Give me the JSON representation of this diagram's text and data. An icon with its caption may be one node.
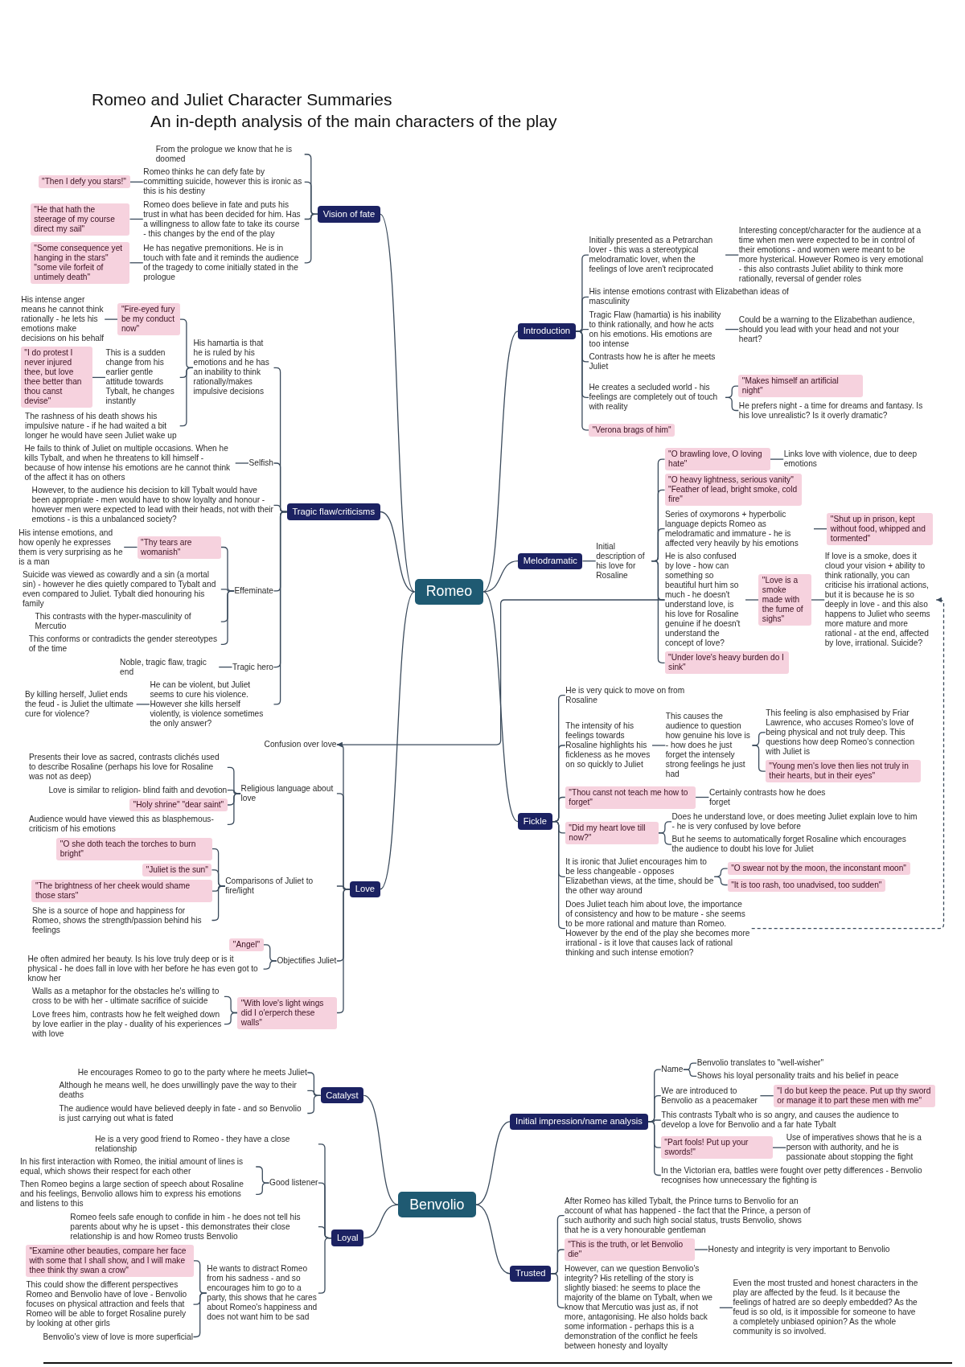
{
  "diagram": {
    "title": "Romeo and Juliet Character Summaries",
    "labels": [
      "An in-depth analysis of the main characters of the play"
    ],
    "nodes": [
      {
        "text": [
          "Romeo"
        ]
      },
      {
        "text": [
          "Vision of fate"
        ]
      },
      {
        "text": [
          "From the prologue we know that he is doomed"
        ]
      },
      {
        "text": [
          "Romeo thinks he can defy fate by committing suicide, however this is ironic as this is his destiny"
        ]
      },
      {
        "text": [
          "\"Then I defy you stars!\""
        ]
      },
      {
        "text": [
          "Romeo does believe in fate and puts his trust in what has been decided for him. Has a willingness to allow fate to take its course - this changes by the end of the play"
        ]
      },
      {
        "text": [
          "\"He that hath the steerage of my course direct my sail\""
        ]
      },
      {
        "text": [
          "He has negative premonitions. He is in touch with fate and it reminds the audience of the tragedy to come initially stated in the prologue"
        ]
      },
      {
        "text": [
          "\"Some consequence yet hanging in the stars\" \"some vile forfeit of untimely death\""
        ]
      },
      {
        "text": [
          "Tragic flaw/criticisms"
        ]
      },
      {
        "text": [
          "His hamartia is that he is ruled by his emotions and he has an inability to think rationally/makes impulsive decisions"
        ]
      },
      {
        "text": [
          "\"Fire-eyed fury be my conduct now\""
        ]
      },
      {
        "text": [
          "His intense anger means he cannot think rationally - he lets his emotions make decisions on his behalf"
        ]
      },
      {
        "text": [
          "This is a sudden change from his earlier gentle attitude towards Tybalt, he changes instantly"
        ]
      },
      {
        "text": [
          "\"I do protest I never injured thee, but love thee better than thou canst devise\""
        ]
      },
      {
        "text": [
          "The rashness of his death shows his impulsive nature - if he had waited a bit longer he would have seen Juliet wake up"
        ]
      },
      {
        "text": [
          "Selfish"
        ]
      },
      {
        "text": [
          "He fails to think of Juliet on multiple occasions. When he kills Tybalt, and when he threatens to kill himself - because of how intense his emotions are he cannot think of the affect it has on others"
        ]
      },
      {
        "text": [
          "However, to the audience his decision to kill Tybalt would have been appropriate - men would have to show loyalty and honour - however men were expected to lead with their heads, not with their emotions - is this a unbalanced society?"
        ]
      },
      {
        "text": [
          "Effeminate"
        ]
      },
      {
        "text": [
          "\"Thy tears are womanish\""
        ]
      },
      {
        "text": [
          "His intense emotions, and how openly he expresses them is very surprising as he is a man"
        ]
      },
      {
        "text": [
          "Suicide was viewed as cowardly and a sin (a mortal sin) - however he dies quietly compared to Tybalt and even compared to Juliet. Tybalt died honouring his family"
        ]
      },
      {
        "text": [
          "This contrasts with the hyper-masculinity of Mercutio"
        ]
      },
      {
        "text": [
          "This conforms or contradicts the gender stereotypes of the time"
        ]
      },
      {
        "text": [
          "Tragic hero"
        ]
      },
      {
        "text": [
          "Noble, tragic flaw, tragic end"
        ]
      },
      {
        "text": [
          "He can be violent, but Juliet seems to cure his violence. However she kills herself violently, is violence sometimes the only answer?"
        ]
      },
      {
        "text": [
          "By killing herself, Juliet ends the feud - is Juliet the ultimate cure for violence?"
        ]
      },
      {
        "text": [
          "Love"
        ]
      },
      {
        "text": [
          "Confusion over love"
        ]
      },
      {
        "text": [
          "Religious language about love"
        ]
      },
      {
        "text": [
          "Presents their love as sacred, contrasts clichés used to describe Rosaline (perhaps his love for Rosaline was not as deep)"
        ]
      },
      {
        "text": [
          "Love is similar to religion- blind faith and devotion"
        ]
      },
      {
        "text": [
          "\"Holy shrine\" \"dear saint\""
        ]
      },
      {
        "text": [
          "Audience would have viewed this as blasphemous- criticism of his emotions"
        ]
      },
      {
        "text": [
          "Comparisons of Juliet to fire/light"
        ]
      },
      {
        "text": [
          "\"O she doth teach the torches to burn bright\""
        ]
      },
      {
        "text": [
          "\"Juliet is the sun\""
        ]
      },
      {
        "text": [
          "\"The brightness of her cheek would shame those stars\""
        ]
      },
      {
        "text": [
          "She is a source of hope and happiness for Romeo, shows the strength/passion behind his feelings"
        ]
      },
      {
        "text": [
          "Objectifies Juliet"
        ]
      },
      {
        "text": [
          "\"Angel\""
        ]
      },
      {
        "text": [
          "He often admired her beauty. Is his love truly deep or is it physical - he does fall in love with her before he has even got to know her"
        ]
      },
      {
        "text": [
          "\"With love's light wings did I o'erperch these walls\""
        ]
      },
      {
        "text": [
          "Walls as a metaphor for the obstacles he's willing to cross to be with her - ultimate sacrifice of suicide"
        ]
      },
      {
        "text": [
          "Love frees him, contrasts how he felt weighed down by love earlier in the play - duality of his experiences with love"
        ]
      },
      {
        "text": [
          "Introduction"
        ]
      },
      {
        "text": [
          "Initially presented as a Petrarchan lover - this was a stereotypical melodramatic lover, when the feelings of love aren't reciprocated"
        ]
      },
      {
        "text": [
          "Interesting concept/character for the audience at a time when men were expected to be in control of their emotions - and women were meant to be more hysterical. However Romeo is very emotional - this also contrasts Juliet ability to think more rationally, reversal of gender roles"
        ]
      },
      {
        "text": [
          "His intense emotions contrast with Elizabethan ideas of masculinity"
        ]
      },
      {
        "text": [
          "Tragic Flaw (hamartia) is his inability to think rationally, and how he acts on his emotions. His emotions are too intense"
        ]
      },
      {
        "text": [
          "Could be a warning to the Elizabethan audience, should you lead with your head and not your heart?"
        ]
      },
      {
        "text": [
          "Contrasts how he is after he meets Juliet"
        ]
      },
      {
        "text": [
          "He creates a secluded world - his feelings are completely out of touch with reality"
        ]
      },
      {
        "text": [
          "\"Makes himself an artificial night\""
        ]
      },
      {
        "text": [
          "He prefers night - a time for dreams and fantasy. Is his love unrealistic? Is it overly dramatic?"
        ]
      },
      {
        "text": [
          "\"Verona brags of him\""
        ]
      },
      {
        "text": [
          "Melodramatic"
        ]
      },
      {
        "text": [
          "Initial description of his love for Rosaline"
        ]
      },
      {
        "text": [
          "\"O brawling love, O loving hate\""
        ]
      },
      {
        "text": [
          "Links love with violence, due to deep emotions"
        ]
      },
      {
        "text": [
          "\"O heavy lightness, serious vanity\" \"Feather of lead, bright smoke, cold fire\""
        ]
      },
      {
        "text": [
          "Series of oxymorons + hyperbolic language depicts Romeo as melodramatic and immature - he is affected very heavily by his emotions"
        ]
      },
      {
        "text": [
          "\"Shut up in prison, kept without food, whipped and tormented\""
        ]
      },
      {
        "text": [
          "He is also confused by love - how can something so beautiful hurt him so much - he doesn't understand love, is his love for Rosaline genuine if he doesn't understand the concept of love?"
        ]
      },
      {
        "text": [
          "\"Love is a smoke made with the fume of sighs\""
        ]
      },
      {
        "text": [
          "If love is a smoke, does it cloud your vision + ability to think rationally, you can criticise his irrational actions, but it is because he is so deeply in love - and this also happens to Juliet who seems more mature and more rational - at the end, affected by love, irrational. Suicide?"
        ]
      },
      {
        "text": [
          "\"Under love's heavy burden do I sink\""
        ]
      },
      {
        "text": [
          "Fickle"
        ]
      },
      {
        "text": [
          "He is very quick to move on from Rosaline"
        ]
      },
      {
        "text": [
          "The intensity of his feelings towards Rosaline highlights his fickleness as he moves on so quickly to Juliet"
        ]
      },
      {
        "text": [
          "This causes the audience to question how genuine his love is - how does he just forget the intensely strong feelings he just had"
        ]
      },
      {
        "text": [
          "This feeling is also emphasised by Friar Lawrence, who accuses Romeo's love of being physical and not truly deep. This questions how deep Romeo's connection with Juliet is"
        ]
      },
      {
        "text": [
          "\"Young men's love then lies not truly in their hearts, but in their eyes\""
        ]
      },
      {
        "text": [
          "\"Thou canst not teach me how to forget\""
        ]
      },
      {
        "text": [
          "Certainly contrasts how he does forget"
        ]
      },
      {
        "text": [
          "\"Did my heart love till now?\""
        ]
      },
      {
        "text": [
          "Does he understand love, or does meeting Juliet explain love to him - he is very confused by love before"
        ]
      },
      {
        "text": [
          "But he seems to automatically forget Rosaline which encourages the audience to doubt his love for Juliet"
        ]
      },
      {
        "text": [
          "It is ironic that Juliet encourages him to be less changeable - opposes Elizabethan views, at the time, should be the other way around"
        ]
      },
      {
        "text": [
          "\"O swear not by the moon, the inconstant moon\""
        ]
      },
      {
        "text": [
          "\"It is too rash, too unadvised, too sudden\""
        ]
      },
      {
        "text": [
          "Does Juliet teach him about love, the importance of consistency and how to be mature - she seems to be more rational and mature than Romeo. However by the end of the play she becomes more irrational - is it love that causes lack of rational thinking and such intense emotion?"
        ]
      },
      {
        "text": [
          "Benvolio"
        ]
      },
      {
        "text": [
          "Catalyst"
        ]
      },
      {
        "text": [
          "He encourages Romeo to go to the party where he meets Juliet"
        ]
      },
      {
        "text": [
          "Although he means well, he does unwillingly pave the way to their deaths"
        ]
      },
      {
        "text": [
          "The audience would have believed deeply in fate - and so Benvolio is just carrying out what is fated"
        ]
      },
      {
        "text": [
          "Loyal"
        ]
      },
      {
        "text": [
          "He is a very good friend to Romeo - they have a close relationship"
        ]
      },
      {
        "text": [
          "Good listener"
        ]
      },
      {
        "text": [
          "In his first interaction with Romeo, the initial amount of lines is equal, which shows their respect for each other"
        ]
      },
      {
        "text": [
          "Then Romeo begins a large section of speech about Rosaline and his feelings, Benvolio allows him to express his emotions and listens to this"
        ]
      },
      {
        "text": [
          "Romeo feels safe enough to confide in him - he does not tell his parents about why he is upset - this demonstrates their close relationship is and how Romeo trusts Benvolio"
        ]
      },
      {
        "text": [
          "He wants to distract Romeo from his sadness - and so encourages him to go to a party, this shows that he cares about Romeo's happiness and does not want him to be sad"
        ]
      },
      {
        "text": [
          "\"Examine other beauties, compare her face with some that I shall show, and I will make thee think thy swan a crow\""
        ]
      },
      {
        "text": [
          "This could show the different perspectives Romeo and Benvolio have of love - Benvolio focuses on physical attraction and feels that Romeo will be able to forget Rosaline purely by looking at other girls"
        ]
      },
      {
        "text": [
          "Benvolio's view of love is more superficial"
        ]
      },
      {
        "text": [
          "Initial impression/name analysis"
        ]
      },
      {
        "text": [
          "Name"
        ]
      },
      {
        "text": [
          "Benvolio translates to \"well-wisher\""
        ]
      },
      {
        "text": [
          "Shows his loyal personality traits and his belief in peace"
        ]
      },
      {
        "text": [
          "We are introduced to Benvolio as a peacemaker"
        ]
      },
      {
        "text": [
          "\"I do but keep the peace. Put up thy sword or manage it to part these men with me\""
        ]
      },
      {
        "text": [
          "This contrasts Tybalt who is so angry, and causes the audience to develop a love for Benvolio and a far hate Tybalt"
        ]
      },
      {
        "text": [
          "\"Part fools! Put up your swords!\""
        ]
      },
      {
        "text": [
          "Use of imperatives shows that he is a person with authority, and he is passionate about stopping the fight"
        ]
      },
      {
        "text": [
          "In the Victorian era, battles were fought over petty differences - Benvolio recognises how unnecessary the fighting is"
        ]
      },
      {
        "text": [
          "Trusted"
        ]
      },
      {
        "text": [
          "After Romeo has killed Tybalt, the Prince turns to Benvolio for an account of what has happened - the fact that the Prince, a person of such authority and such high social status, trusts Benvolio, shows that he is a very honourable gentleman"
        ]
      },
      {
        "text": [
          "\"This is the truth, or let Benvolio die\""
        ]
      },
      {
        "text": [
          "Honesty and integrity is very important to Benvolio"
        ]
      },
      {
        "text": [
          "However, can we question Benvolio's integrity? His retelling of the story is slightly biased: he seems to place the majority of the blame on Tybalt, when we know that Mercutio was just as, if not more, antagonising. He also holds back some information - perhaps this is a demonstration of the conflict he feels between honesty and loyalty"
        ]
      },
      {
        "text": [
          "Even the most trusted and honest characters in the play are affected by the feud. Is it because the feelings of hatred are so deeply embedded? As the feud is so old, is it impossible for someone to have a completely unbiased opinion? As the whole community is so involved."
        ]
      }
    ],
    "edges": [
      {
        "from": 0,
        "to": 1,
        "arrow": "none"
      },
      {
        "from": 1,
        "to": 2,
        "arrow": "none"
      },
      {
        "from": 1,
        "to": 3,
        "arrow": "none"
      },
      {
        "from": 3,
        "to": 4,
        "arrow": "none"
      },
      {
        "from": 1,
        "to": 5,
        "arrow": "none"
      },
      {
        "from": 5,
        "to": 6,
        "arrow": "none"
      },
      {
        "from": 1,
        "to": 7,
        "arrow": "none"
      },
      {
        "from": 7,
        "to": 8,
        "arrow": "none"
      },
      {
        "from": 0,
        "to": 9,
        "arrow": "none"
      },
      {
        "from": 9,
        "to": 10,
        "arrow": "none"
      },
      {
        "from": 10,
        "to": 11,
        "arrow": "none"
      },
      {
        "from": 11,
        "to": 12,
        "arrow": "none"
      },
      {
        "from": 10,
        "to": 13,
        "arrow": "none"
      },
      {
        "from": 13,
        "to": 14,
        "arrow": "none"
      },
      {
        "from": 10,
        "to": 15,
        "arrow": "none"
      },
      {
        "from": 9,
        "to": 16,
        "arrow": "none"
      },
      {
        "from": 16,
        "to": 17,
        "arrow": "none"
      },
      {
        "from": 9,
        "to": 18,
        "arrow": "none"
      },
      {
        "from": 9,
        "to": 19,
        "arrow": "none"
      },
      {
        "from": 19,
        "to": 20,
        "arrow": "none"
      },
      {
        "from": 20,
        "to": 21,
        "arrow": "none"
      },
      {
        "from": 19,
        "to": 22,
        "arrow": "none"
      },
      {
        "from": 19,
        "to": 23,
        "arrow": "none"
      },
      {
        "from": 19,
        "to": 24,
        "arrow": "none"
      },
      {
        "from": 9,
        "to": 25,
        "arrow": "none"
      },
      {
        "from": 25,
        "to": 26,
        "arrow": "none"
      },
      {
        "from": 9,
        "to": 27,
        "arrow": "none"
      },
      {
        "from": 27,
        "to": 28,
        "arrow": "none"
      },
      {
        "from": 0,
        "to": 29,
        "arrow": "none"
      },
      {
        "from": 29,
        "to": 30,
        "arrow": "none"
      },
      {
        "from": 29,
        "to": 31,
        "arrow": "none"
      },
      {
        "from": 31,
        "to": 32,
        "arrow": "none"
      },
      {
        "from": 31,
        "to": 33,
        "arrow": "none"
      },
      {
        "from": 31,
        "to": 34,
        "arrow": "none"
      },
      {
        "from": 31,
        "to": 35,
        "arrow": "none"
      },
      {
        "from": 29,
        "to": 36,
        "arrow": "none"
      },
      {
        "from": 36,
        "to": 37,
        "arrow": "none"
      },
      {
        "from": 36,
        "to": 38,
        "arrow": "none"
      },
      {
        "from": 36,
        "to": 39,
        "arrow": "none"
      },
      {
        "from": 36,
        "to": 40,
        "arrow": "none"
      },
      {
        "from": 29,
        "to": 41,
        "arrow": "none"
      },
      {
        "from": 41,
        "to": 42,
        "arrow": "none"
      },
      {
        "from": 41,
        "to": 43,
        "arrow": "none"
      },
      {
        "from": 29,
        "to": 44,
        "arrow": "none"
      },
      {
        "from": 44,
        "to": 45,
        "arrow": "none"
      },
      {
        "from": 44,
        "to": 46,
        "arrow": "none"
      },
      {
        "from": 0,
        "to": 47,
        "arrow": "none"
      },
      {
        "from": 47,
        "to": 48,
        "arrow": "none"
      },
      {
        "from": 48,
        "to": 49,
        "arrow": "none"
      },
      {
        "from": 47,
        "to": 50,
        "arrow": "none"
      },
      {
        "from": 47,
        "to": 51,
        "arrow": "none"
      },
      {
        "from": 51,
        "to": 52,
        "arrow": "none"
      },
      {
        "from": 47,
        "to": 53,
        "arrow": "none"
      },
      {
        "from": 47,
        "to": 54,
        "arrow": "none"
      },
      {
        "from": 54,
        "to": 55,
        "arrow": "none"
      },
      {
        "from": 54,
        "to": 56,
        "arrow": "none"
      },
      {
        "from": 47,
        "to": 57,
        "arrow": "none"
      },
      {
        "from": 0,
        "to": 58,
        "arrow": "none"
      },
      {
        "from": 58,
        "to": 59,
        "arrow": "none"
      },
      {
        "from": 59,
        "to": 60,
        "arrow": "none"
      },
      {
        "from": 60,
        "to": 61,
        "arrow": "none"
      },
      {
        "from": 59,
        "to": 62,
        "arrow": "none"
      },
      {
        "from": 59,
        "to": 63,
        "arrow": "none"
      },
      {
        "from": 63,
        "to": 64,
        "arrow": "none"
      },
      {
        "from": 59,
        "to": 65,
        "arrow": "none"
      },
      {
        "from": 65,
        "to": 66,
        "arrow": "none"
      },
      {
        "from": 66,
        "to": 67,
        "arrow": "none"
      },
      {
        "from": 59,
        "to": 68,
        "arrow": "none"
      },
      {
        "from": 65,
        "to": 30,
        "arrow": "to"
      },
      {
        "from": 0,
        "to": 69,
        "arrow": "none"
      },
      {
        "from": 69,
        "to": 70,
        "arrow": "none"
      },
      {
        "from": 69,
        "to": 71,
        "arrow": "none"
      },
      {
        "from": 71,
        "to": 72,
        "arrow": "none"
      },
      {
        "from": 72,
        "to": 73,
        "arrow": "none"
      },
      {
        "from": 72,
        "to": 74,
        "arrow": "none"
      },
      {
        "from": 69,
        "to": 75,
        "arrow": "none"
      },
      {
        "from": 75,
        "to": 76,
        "arrow": "none"
      },
      {
        "from": 69,
        "to": 77,
        "arrow": "none"
      },
      {
        "from": 77,
        "to": 78,
        "arrow": "none"
      },
      {
        "from": 77,
        "to": 79,
        "arrow": "none"
      },
      {
        "from": 69,
        "to": 80,
        "arrow": "none"
      },
      {
        "from": 80,
        "to": 81,
        "arrow": "none"
      },
      {
        "from": 80,
        "to": 82,
        "arrow": "none"
      },
      {
        "from": 69,
        "to": 83,
        "arrow": "none"
      },
      {
        "from": 83,
        "to": 67,
        "arrow": "to",
        "style": "dashed"
      },
      {
        "from": 84,
        "to": 85,
        "arrow": "none"
      },
      {
        "from": 85,
        "to": 86,
        "arrow": "none"
      },
      {
        "from": 85,
        "to": 87,
        "arrow": "none"
      },
      {
        "from": 85,
        "to": 88,
        "arrow": "none"
      },
      {
        "from": 84,
        "to": 89,
        "arrow": "none"
      },
      {
        "from": 89,
        "to": 90,
        "arrow": "none"
      },
      {
        "from": 89,
        "to": 91,
        "arrow": "none"
      },
      {
        "from": 91,
        "to": 92,
        "arrow": "none"
      },
      {
        "from": 91,
        "to": 93,
        "arrow": "none"
      },
      {
        "from": 89,
        "to": 94,
        "arrow": "none"
      },
      {
        "from": 89,
        "to": 95,
        "arrow": "none"
      },
      {
        "from": 95,
        "to": 96,
        "arrow": "none"
      },
      {
        "from": 95,
        "to": 97,
        "arrow": "none"
      },
      {
        "from": 95,
        "to": 98,
        "arrow": "none"
      },
      {
        "from": 84,
        "to": 99,
        "arrow": "none"
      },
      {
        "from": 99,
        "to": 100,
        "arrow": "none"
      },
      {
        "from": 100,
        "to": 101,
        "arrow": "none"
      },
      {
        "from": 100,
        "to": 102,
        "arrow": "none"
      },
      {
        "from": 99,
        "to": 103,
        "arrow": "none"
      },
      {
        "from": 103,
        "to": 104,
        "arrow": "none"
      },
      {
        "from": 99,
        "to": 105,
        "arrow": "none"
      },
      {
        "from": 99,
        "to": 106,
        "arrow": "none"
      },
      {
        "from": 106,
        "to": 107,
        "arrow": "none"
      },
      {
        "from": 99,
        "to": 108,
        "arrow": "none"
      },
      {
        "from": 84,
        "to": 109,
        "arrow": "none"
      },
      {
        "from": 109,
        "to": 110,
        "arrow": "none"
      },
      {
        "from": 109,
        "to": 111,
        "arrow": "none"
      },
      {
        "from": 111,
        "to": 112,
        "arrow": "none"
      },
      {
        "from": 109,
        "to": 113,
        "arrow": "none"
      },
      {
        "from": 113,
        "to": 114,
        "arrow": "none"
      }
    ]
  }
}
